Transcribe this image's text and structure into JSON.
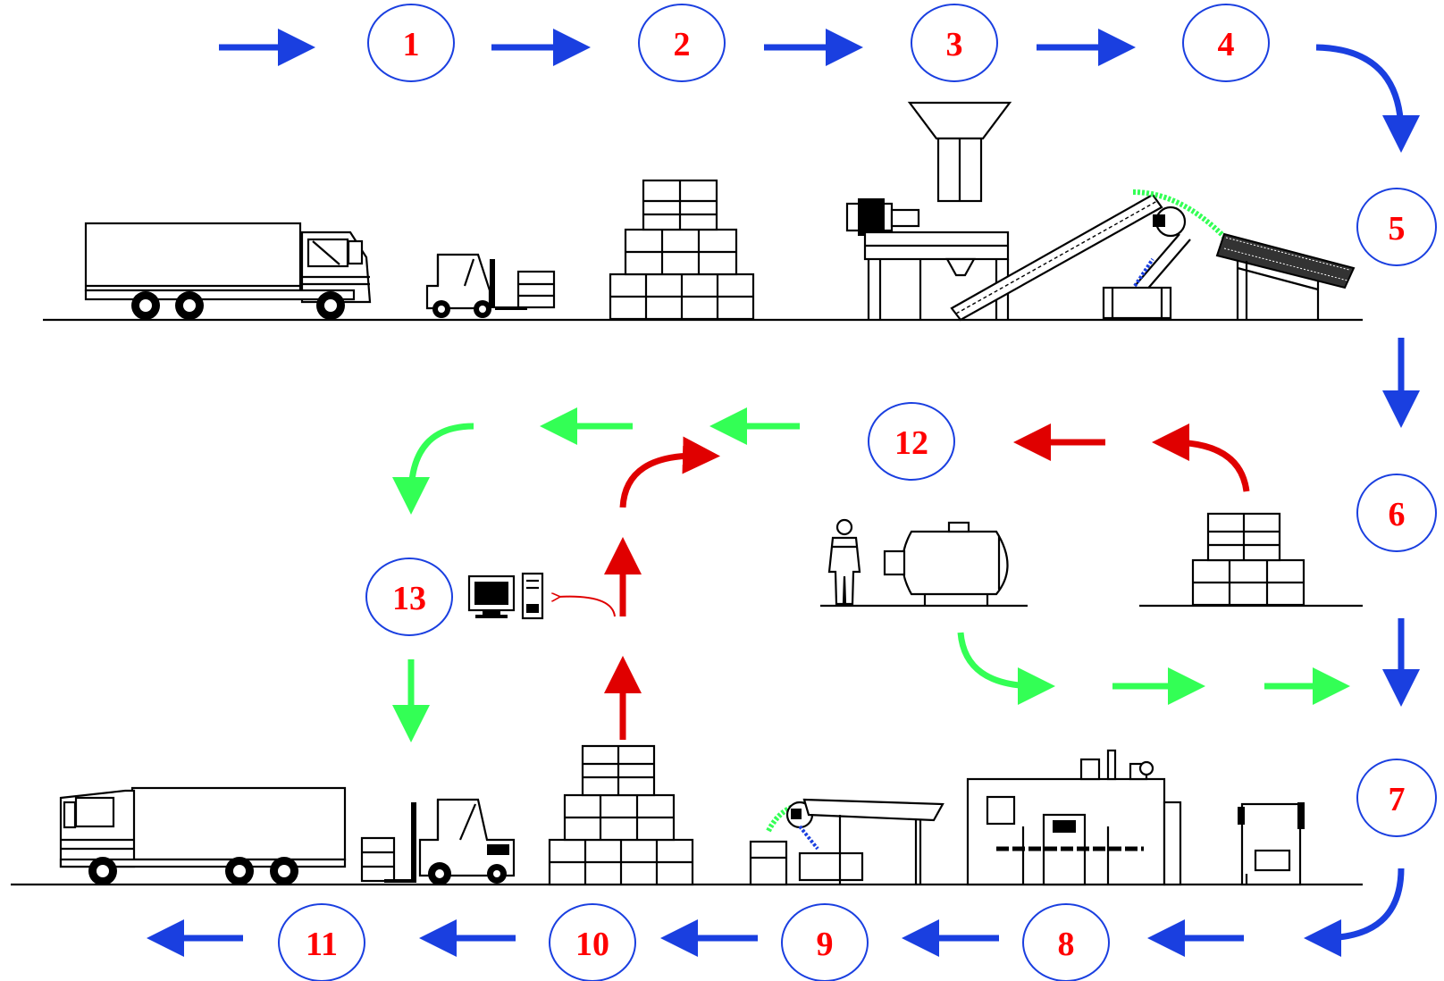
{
  "steps": [
    {
      "label": "1"
    },
    {
      "label": "2"
    },
    {
      "label": "3"
    },
    {
      "label": "4"
    },
    {
      "label": "5"
    },
    {
      "label": "6"
    },
    {
      "label": "7"
    },
    {
      "label": "8"
    },
    {
      "label": "9"
    },
    {
      "label": "10"
    },
    {
      "label": "11"
    },
    {
      "label": "12"
    },
    {
      "label": "13"
    }
  ],
  "colors": {
    "main_flow": "#1a3fe0",
    "secondary_flow": "#00ff33",
    "return_flow": "#e00000",
    "label": "#ff0000",
    "ring": "#1a3fe0",
    "line_art": "#000000"
  }
}
